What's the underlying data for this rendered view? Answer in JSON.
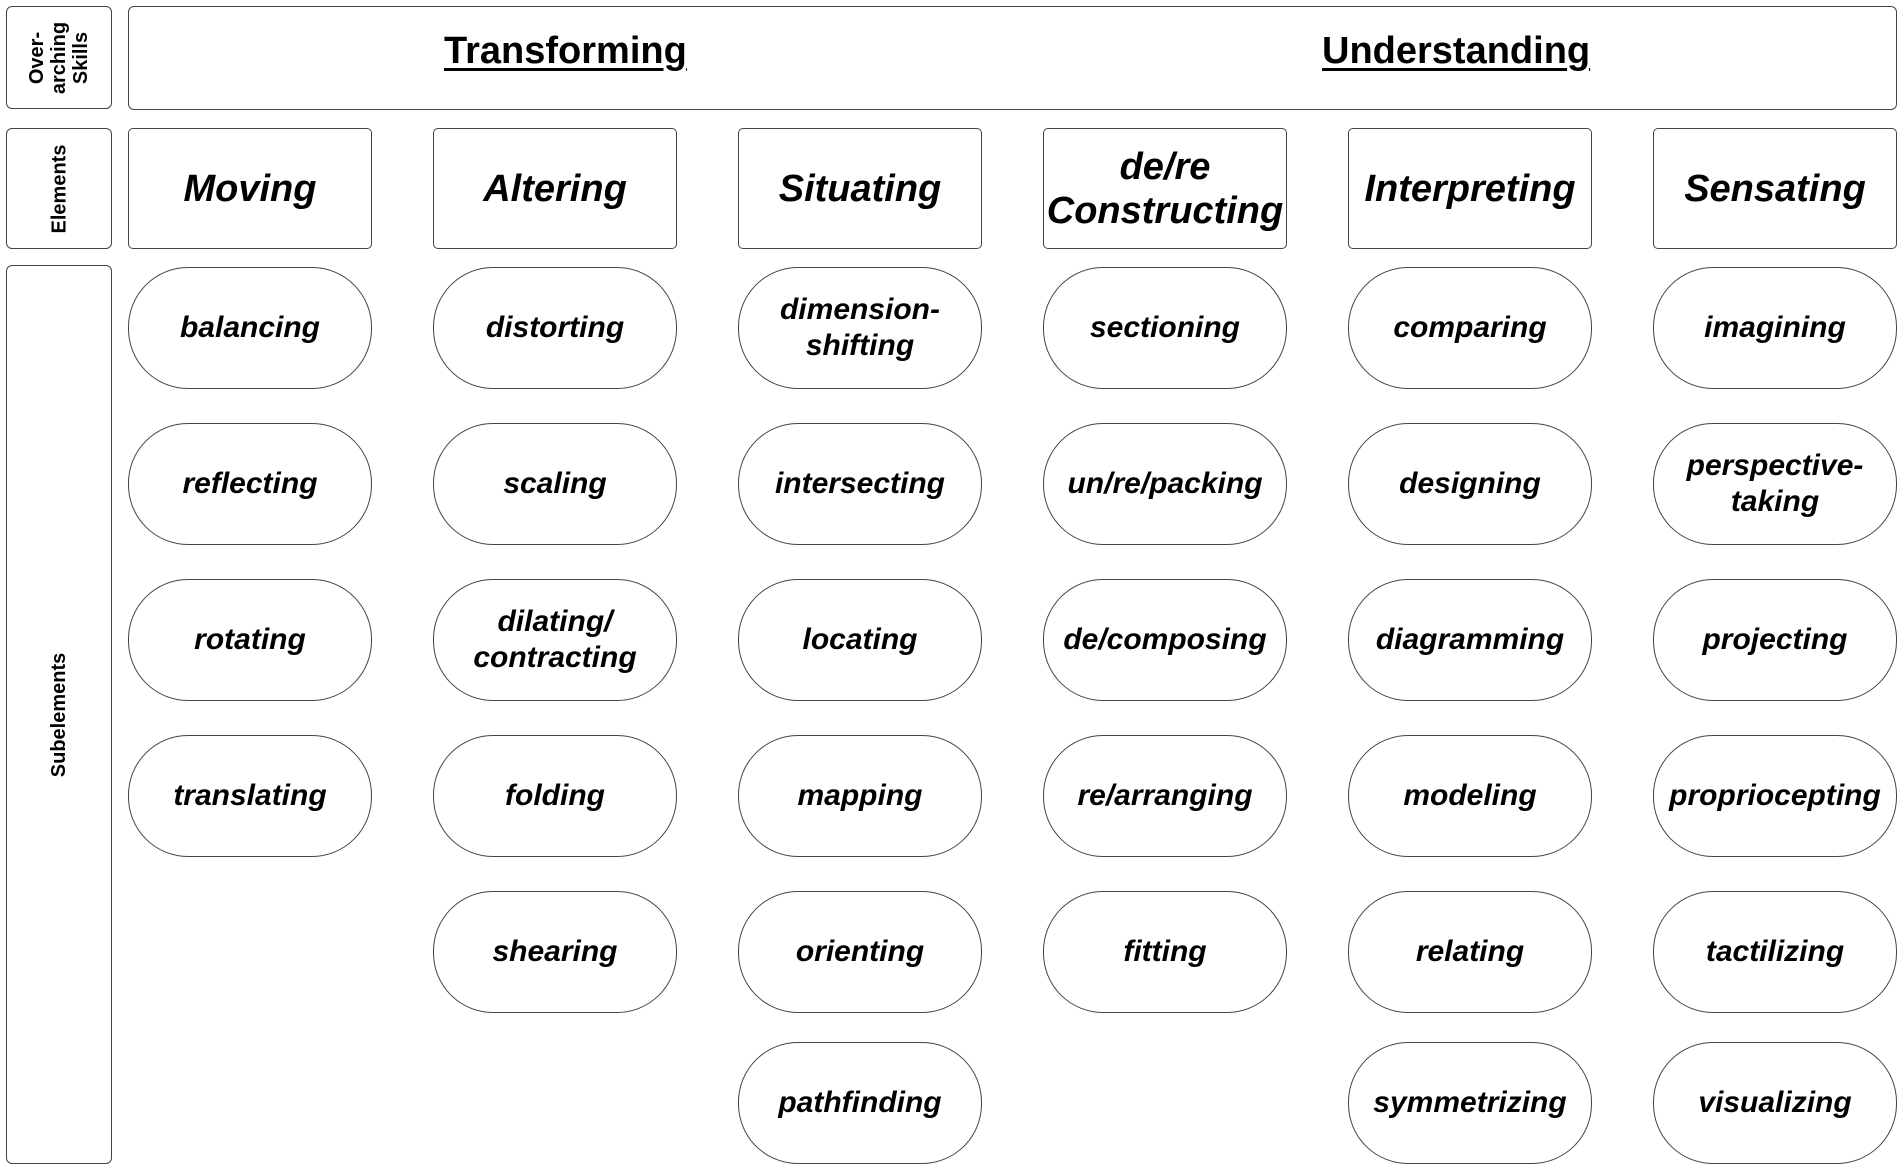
{
  "row_labels": {
    "overarching": "Over-\narching\nSkills",
    "elements": "Elements",
    "subelements": "Subelements"
  },
  "skills": [
    "Transforming",
    "Understanding"
  ],
  "columns": [
    {
      "element": "Moving",
      "subelements": [
        "balancing",
        "reflecting",
        "rotating",
        "translating"
      ]
    },
    {
      "element": "Altering",
      "subelements": [
        "distorting",
        "scaling",
        "dilating/\ncontracting",
        "folding",
        "shearing"
      ]
    },
    {
      "element": "Situating",
      "subelements": [
        "dimension-\nshifting",
        "intersecting",
        "locating",
        "mapping",
        "orienting",
        "pathfinding"
      ]
    },
    {
      "element": "de/re\nConstructing",
      "subelements": [
        "sectioning",
        "un/re/packing",
        "de/composing",
        "re/arranging",
        "fitting"
      ]
    },
    {
      "element": "Interpreting",
      "subelements": [
        "comparing",
        "designing",
        "diagramming",
        "modeling",
        "relating",
        "symmetrizing"
      ]
    },
    {
      "element": "Sensating",
      "subelements": [
        "imagining",
        "perspective-\ntaking",
        "projecting",
        "propriocepting",
        "tactilizing",
        "visualizing"
      ]
    }
  ]
}
